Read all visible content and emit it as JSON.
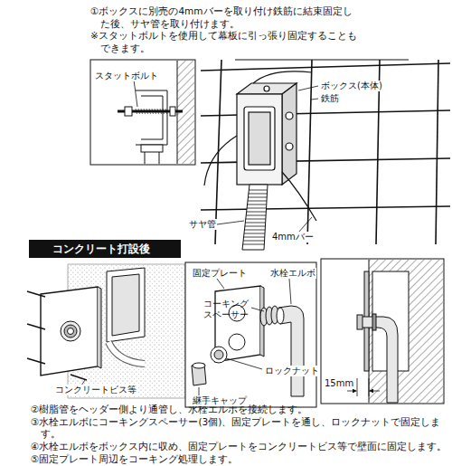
{
  "diagram": {
    "nodes": [
      {
        "text": [
          "コンクリート打設後"
        ]
      }
    ],
    "labels": [
      "①ボックスに別売の4mmバーを取り付け鉄筋に結束固定した後、サヤ管を取り付けます。",
      "※スタットボルトを使用して幕板に引っ張り固定することもできます。",
      "スタットボルト",
      "ボックス(本体)",
      "鉄筋",
      "サヤ管",
      "4mmバー",
      "固定プレート",
      "水栓エルボ",
      "コーキングスペーサー",
      "ロックナット",
      "継手キャップ",
      "コンクリートビス等",
      "15mm",
      "②樹脂管をヘッダー側より通管し、水栓エルボを接続します。",
      "③水栓エルボにコーキングスペーサー(3個)、固定プレートを通し、ロックナットで固定します。",
      "④水栓エルボをボックス内に収め、固定プレートをコンクリートビス等で壁面に固定します。",
      "⑤固定プレート周辺をコーキング処理します。"
    ]
  }
}
